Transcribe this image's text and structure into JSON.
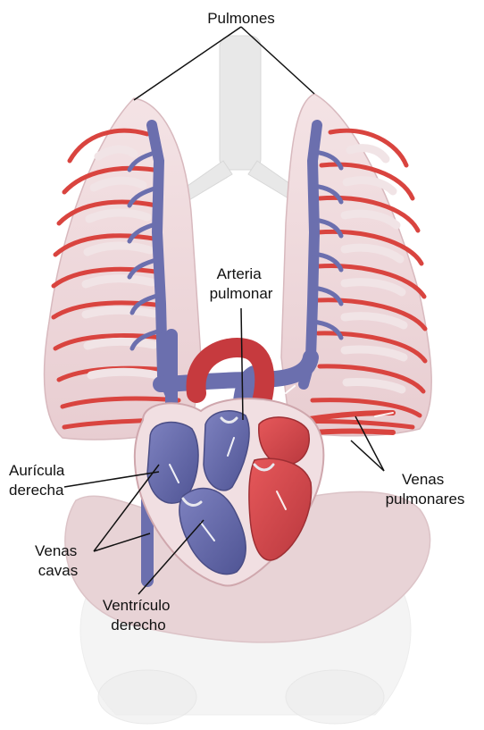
{
  "labels": {
    "pulmones": "Pulmones",
    "arteria_pulmonar": [
      "Arteria",
      "pulmonar"
    ],
    "auricula_derecha": [
      "Aurícula",
      "derecha"
    ],
    "venas_cavas": [
      "Venas",
      "cavas"
    ],
    "ventriculo_derecho": [
      "Ventrículo",
      "derecho"
    ],
    "venas_pulmonares": [
      "Venas",
      "pulmonares"
    ]
  },
  "colors": {
    "oxygenated": "#d9443f",
    "deoxygenated": "#6b6fae",
    "lung_tissue": "#efd9dc",
    "body_silhouette": "#ececec",
    "liver": "#e6d0d3",
    "leader_line": "#111111"
  }
}
